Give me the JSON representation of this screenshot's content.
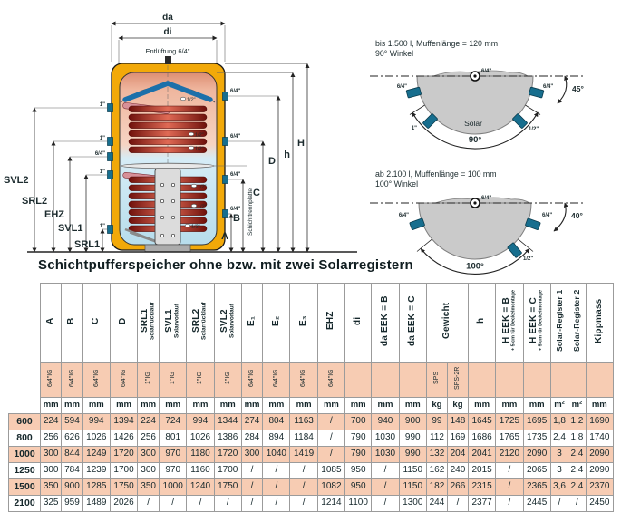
{
  "colors": {
    "insulation_yellow": "#F2A909",
    "port_teal": "#176E8E",
    "deflector_blue": "#1C70AA",
    "coil_red": "#8F1510",
    "water_blue": "#BCDFEE",
    "table_salmon": "#F7CCB3",
    "steel_gray": "#CACACA"
  },
  "diagram": {
    "ports": {
      "one": "1\"",
      "six4": "6/4\"",
      "half": "1/2\""
    },
    "tank": {
      "da": "da",
      "di": "di",
      "vent": "Entlüftung 6/4\"",
      "svl2": "SVL2",
      "srl2": "SRL2",
      "ehz": "EHZ",
      "svl1": "SVL1",
      "srl1": "SRL1",
      "dim_a": "A",
      "dim_b": "B",
      "dim_c": "C",
      "dim_d": "D",
      "dim_h_small": "h",
      "dim_h_big": "H",
      "separator": "Schichttrennplatte"
    },
    "topview1": {
      "line1": "bis 1.500 l, Muffenlänge = 120 mm",
      "line2": "90° Winkel",
      "main_angle": "90°",
      "side_angle": "45°",
      "solar": "Solar"
    },
    "topview2": {
      "line1": "ab 2.100 l, Muffenlänge = 100 mm",
      "line2": "100° Winkel",
      "main_angle": "100°",
      "side_angle": "40°"
    }
  },
  "section_title": "Schichtpufferspeicher ohne bzw. mit zwei Solarregistern",
  "table": {
    "columns": [
      {
        "id": "a",
        "label": "A",
        "conn": "6/4\"IG",
        "unit": "mm"
      },
      {
        "id": "b",
        "label": "B",
        "conn": "6/4\"IG",
        "unit": "mm"
      },
      {
        "id": "c",
        "label": "C",
        "conn": "6/4\"IG",
        "unit": "mm"
      },
      {
        "id": "d",
        "label": "D",
        "conn": "6/4\"IG",
        "unit": "mm"
      },
      {
        "id": "srl1",
        "label": "SRL1",
        "sub": "Solarrücklauf",
        "conn": "1\"IG",
        "unit": "mm"
      },
      {
        "id": "svl1",
        "label": "SVL1",
        "sub": "Solarvorlauf",
        "conn": "1\"IG",
        "unit": "mm"
      },
      {
        "id": "srl2",
        "label": "SRL2",
        "sub": "Solarrücklauf",
        "conn": "1\"IG",
        "unit": "mm"
      },
      {
        "id": "svl2",
        "label": "SVL2",
        "sub": "Solarvorlauf",
        "conn": "1\"IG",
        "unit": "mm"
      },
      {
        "id": "e1",
        "label": "E₁",
        "conn": "6/4\"IG",
        "unit": "mm"
      },
      {
        "id": "e2",
        "label": "E₂",
        "conn": "6/4\"IG",
        "unit": "mm"
      },
      {
        "id": "e3",
        "label": "E₃",
        "conn": "6/4\"IG",
        "unit": "mm"
      },
      {
        "id": "ehz",
        "label": "EHZ",
        "conn": "6/4\"IG",
        "unit": "mm"
      },
      {
        "id": "di",
        "label": "di",
        "conn": "",
        "unit": "mm"
      },
      {
        "id": "da-eek-b",
        "label": "da EEK = B",
        "conn": "",
        "unit": "mm"
      },
      {
        "id": "da-eek-c",
        "label": "da EEK = C",
        "conn": "",
        "unit": "mm"
      },
      {
        "id": "gewicht-sps",
        "label": "Gewicht",
        "span": 2,
        "conn": "SPS",
        "unit": "kg"
      },
      {
        "id": "gewicht-sps-2r",
        "merge": true,
        "conn": "SPS-2R",
        "unit": "kg"
      },
      {
        "id": "h",
        "label": "h",
        "conn": "",
        "unit": "mm"
      },
      {
        "id": "h-eek-b",
        "label": "H EEK = B",
        "sub": "+ 5 cm für Deckelmontage",
        "conn": "",
        "unit": "mm"
      },
      {
        "id": "h-eek-c",
        "label": "H EEK = C",
        "sub": "+ 5 cm für Deckelmontage",
        "conn": "",
        "unit": "mm"
      },
      {
        "id": "solar-register-1",
        "label": "Solar-Register 1",
        "conn": "",
        "unit": "m²"
      },
      {
        "id": "solar-register-2",
        "label": "Solar-Register 2",
        "conn": "",
        "unit": "m²"
      },
      {
        "id": "kippmass",
        "label": "Kippmass",
        "conn": "",
        "unit": "mm"
      }
    ],
    "rows": [
      {
        "volume": "600",
        "values": [
          "224",
          "594",
          "994",
          "1394",
          "224",
          "724",
          "994",
          "1344",
          "274",
          "804",
          "1163",
          "/",
          "700",
          "940",
          "900",
          "99",
          "148",
          "1645",
          "1725",
          "1695",
          "1,8",
          "1,2",
          "1690"
        ]
      },
      {
        "volume": "800",
        "values": [
          "256",
          "626",
          "1026",
          "1426",
          "256",
          "801",
          "1026",
          "1386",
          "284",
          "894",
          "1184",
          "/",
          "790",
          "1030",
          "990",
          "112",
          "169",
          "1686",
          "1765",
          "1735",
          "2,4",
          "1,8",
          "1740"
        ]
      },
      {
        "volume": "1000",
        "values": [
          "300",
          "844",
          "1249",
          "1720",
          "300",
          "970",
          "1180",
          "1720",
          "300",
          "1040",
          "1419",
          "/",
          "790",
          "1030",
          "990",
          "132",
          "204",
          "2041",
          "2120",
          "2090",
          "3",
          "2,4",
          "2090"
        ]
      },
      {
        "volume": "1250",
        "values": [
          "300",
          "784",
          "1239",
          "1700",
          "300",
          "970",
          "1160",
          "1700",
          "/",
          "/",
          "/",
          "1085",
          "950",
          "/",
          "1150",
          "162",
          "240",
          "2015",
          "/",
          "2065",
          "3",
          "2,4",
          "2090"
        ]
      },
      {
        "volume": "1500",
        "values": [
          "350",
          "900",
          "1285",
          "1750",
          "350",
          "1000",
          "1240",
          "1750",
          "/",
          "/",
          "/",
          "1082",
          "950",
          "/",
          "1150",
          "182",
          "266",
          "2315",
          "/",
          "2365",
          "3,6",
          "2,4",
          "2370"
        ]
      },
      {
        "volume": "2100",
        "values": [
          "325",
          "959",
          "1489",
          "2026",
          "/",
          "/",
          "/",
          "/",
          "/",
          "/",
          "/",
          "1214",
          "1100",
          "/",
          "1300",
          "244",
          "/",
          "2377",
          "/",
          "2445",
          "/",
          "/",
          "2450"
        ]
      }
    ]
  }
}
